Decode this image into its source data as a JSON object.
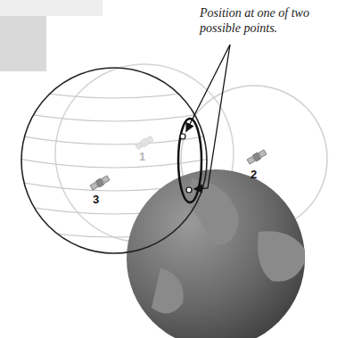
{
  "diagram": {
    "labels": [
      "Position at one of two possible points.",
      "1",
      "2",
      "3"
    ]
  }
}
